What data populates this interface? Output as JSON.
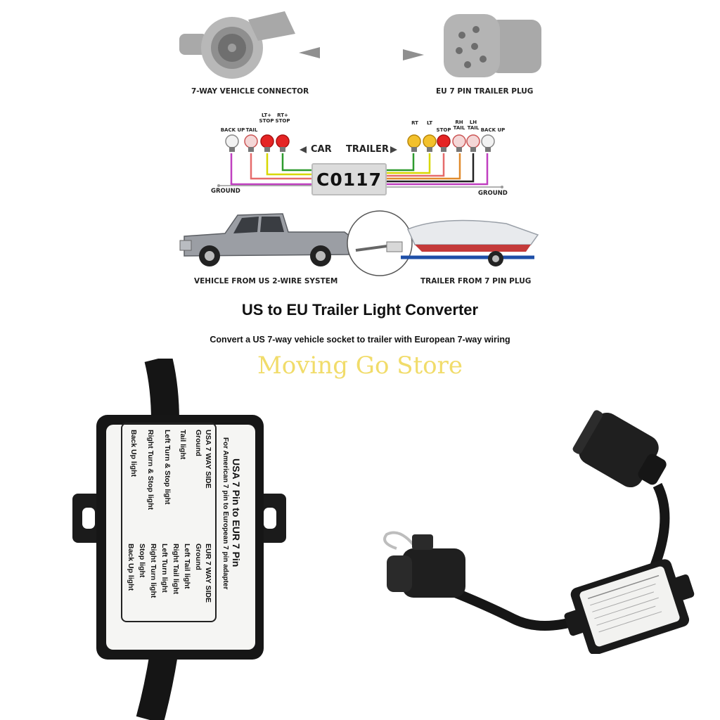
{
  "diagram": {
    "connector_left_label": "7-WAY VEHICLE CONNECTOR",
    "connector_right_label": "EU 7 PIN TRAILER PLUG",
    "car_label": "CAR",
    "trailer_label": "TRAILER",
    "chip_label": "C0117",
    "ground_left": "GROUND",
    "ground_right": "GROUND",
    "car_bulbs": [
      {
        "label": "BACK UP",
        "color": "#f2f2f2"
      },
      {
        "label": "TAIL",
        "color": "#f4d7d7"
      },
      {
        "label": "LT+\nSTOP",
        "color": "#e52424"
      },
      {
        "label": "RT+\nSTOP",
        "color": "#e52424"
      }
    ],
    "trailer_bulbs": [
      {
        "label": "RT",
        "color": "#f3c12c"
      },
      {
        "label": "LT",
        "color": "#f3c12c"
      },
      {
        "label": "STOP",
        "color": "#e52424"
      },
      {
        "label": "RH\nTAIL",
        "color": "#f4d7d7"
      },
      {
        "label": "LH\nTAIL",
        "color": "#f4d7d7"
      },
      {
        "label": "BACK UP",
        "color": "#f2f2f2"
      }
    ],
    "wire_colors": [
      "#c03fc0",
      "#e66b6b",
      "#d8d800",
      "#e08a2c",
      "#2e9a2e"
    ],
    "vehicle_label": "VEHICLE FROM US 2-WIRE SYSTEM",
    "trailer_plug_label": "TRAILER FROM 7 PIN PLUG"
  },
  "headline": "US to EU Trailer Light Converter",
  "subline": "Convert a US 7-way vehicle socket to trailer with European 7-way wiring",
  "watermark": "Moving Go Store",
  "product_label": {
    "title": "USA 7 Pin to EUR 7 Pin",
    "subtitle": "For American 7 pin to European 7 pin adapter",
    "usa_header": "USA 7 WAY SIDE",
    "usa_items": [
      "Ground",
      "Tail light",
      "Left Turn & Stop light",
      "Right Turn & Stop light",
      "Back Up light"
    ],
    "eur_header": "EUR 7 WAY SIDE",
    "eur_items": [
      "Ground",
      "Left Tail light",
      "Right Tail light",
      "Left Turn light",
      "Right Turn light",
      "Stop light",
      "Back Up light"
    ]
  }
}
